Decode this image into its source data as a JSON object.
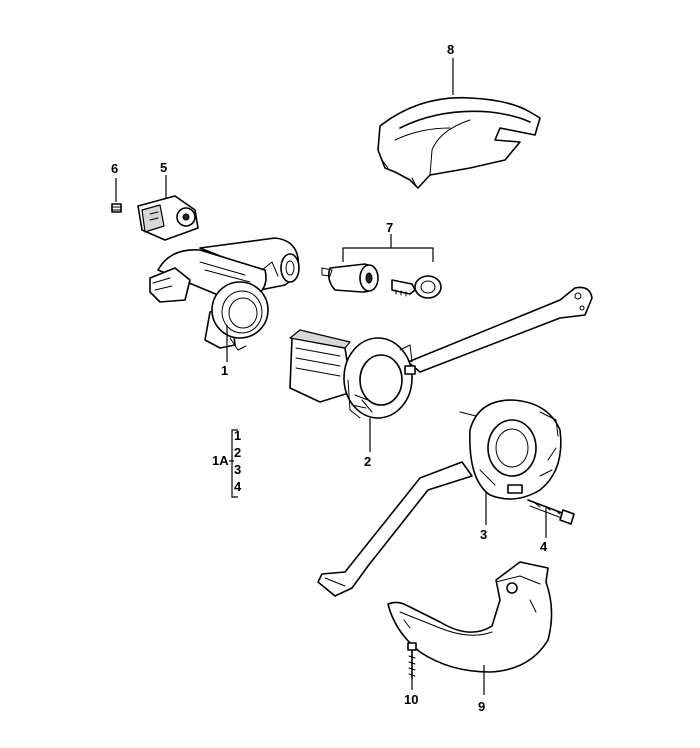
{
  "labels": {
    "part_1": "1",
    "part_2": "2",
    "part_3": "3",
    "part_4": "4",
    "part_5": "5",
    "part_6": "6",
    "part_7": "7",
    "part_8": "8",
    "part_9": "9",
    "part_10": "10"
  },
  "legend_1a": {
    "title": "1A",
    "items": [
      "1",
      "2",
      "3",
      "4"
    ]
  }
}
